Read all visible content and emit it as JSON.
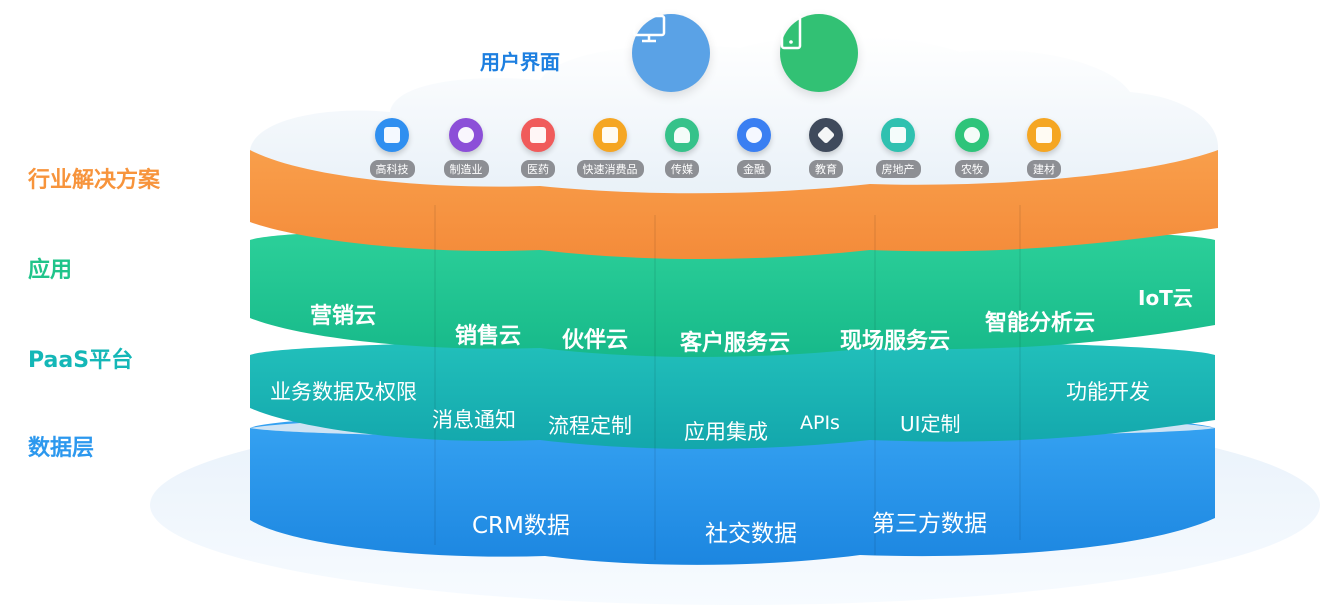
{
  "user_interface": {
    "title": "用户界面",
    "devices": [
      {
        "icon": "monitor-icon",
        "color": "#5aa2e6"
      },
      {
        "icon": "mobile-phone-icon",
        "color": "#32c174"
      }
    ]
  },
  "layers": [
    {
      "id": "industry",
      "label": "行业解决方案",
      "color": "#f7943c"
    },
    {
      "id": "app",
      "label": "应用",
      "color": "#1fc48a"
    },
    {
      "id": "paas",
      "label": "PaaS平台",
      "color": "#14b7b7"
    },
    {
      "id": "data",
      "label": "数据层",
      "color": "#2c98ee"
    }
  ],
  "industries": [
    {
      "label": "高科技",
      "icon": "monitor-icon",
      "color": "#2f8ff0"
    },
    {
      "label": "制造业",
      "icon": "gears-icon",
      "color": "#8c4fd8"
    },
    {
      "label": "医药",
      "icon": "medical-kit-icon",
      "color": "#f05b5b"
    },
    {
      "label": "快速消费品",
      "icon": "shopping-bag-icon",
      "color": "#f5a623"
    },
    {
      "label": "传媒",
      "icon": "headphones-icon",
      "color": "#36c28a"
    },
    {
      "label": "金融",
      "icon": "coin-icon",
      "color": "#3a7ff2"
    },
    {
      "label": "教育",
      "icon": "graduation-cap-icon",
      "color": "#3f4a5c"
    },
    {
      "label": "房地产",
      "icon": "building-icon",
      "color": "#2fc1b0"
    },
    {
      "label": "农牧",
      "icon": "sun-icon",
      "color": "#2ec47a"
    },
    {
      "label": "建材",
      "icon": "paint-roller-icon",
      "color": "#f5a623"
    }
  ],
  "apps": [
    "营销云",
    "销售云",
    "伙伴云",
    "客户服务云",
    "现场服务云",
    "智能分析云",
    "IoT云"
  ],
  "paas": [
    "业务数据及权限",
    "消息通知",
    "流程定制",
    "应用集成",
    "APIs",
    "UI定制",
    "功能开发"
  ],
  "data_sources": [
    "CRM数据",
    "社交数据",
    "第三方数据"
  ]
}
